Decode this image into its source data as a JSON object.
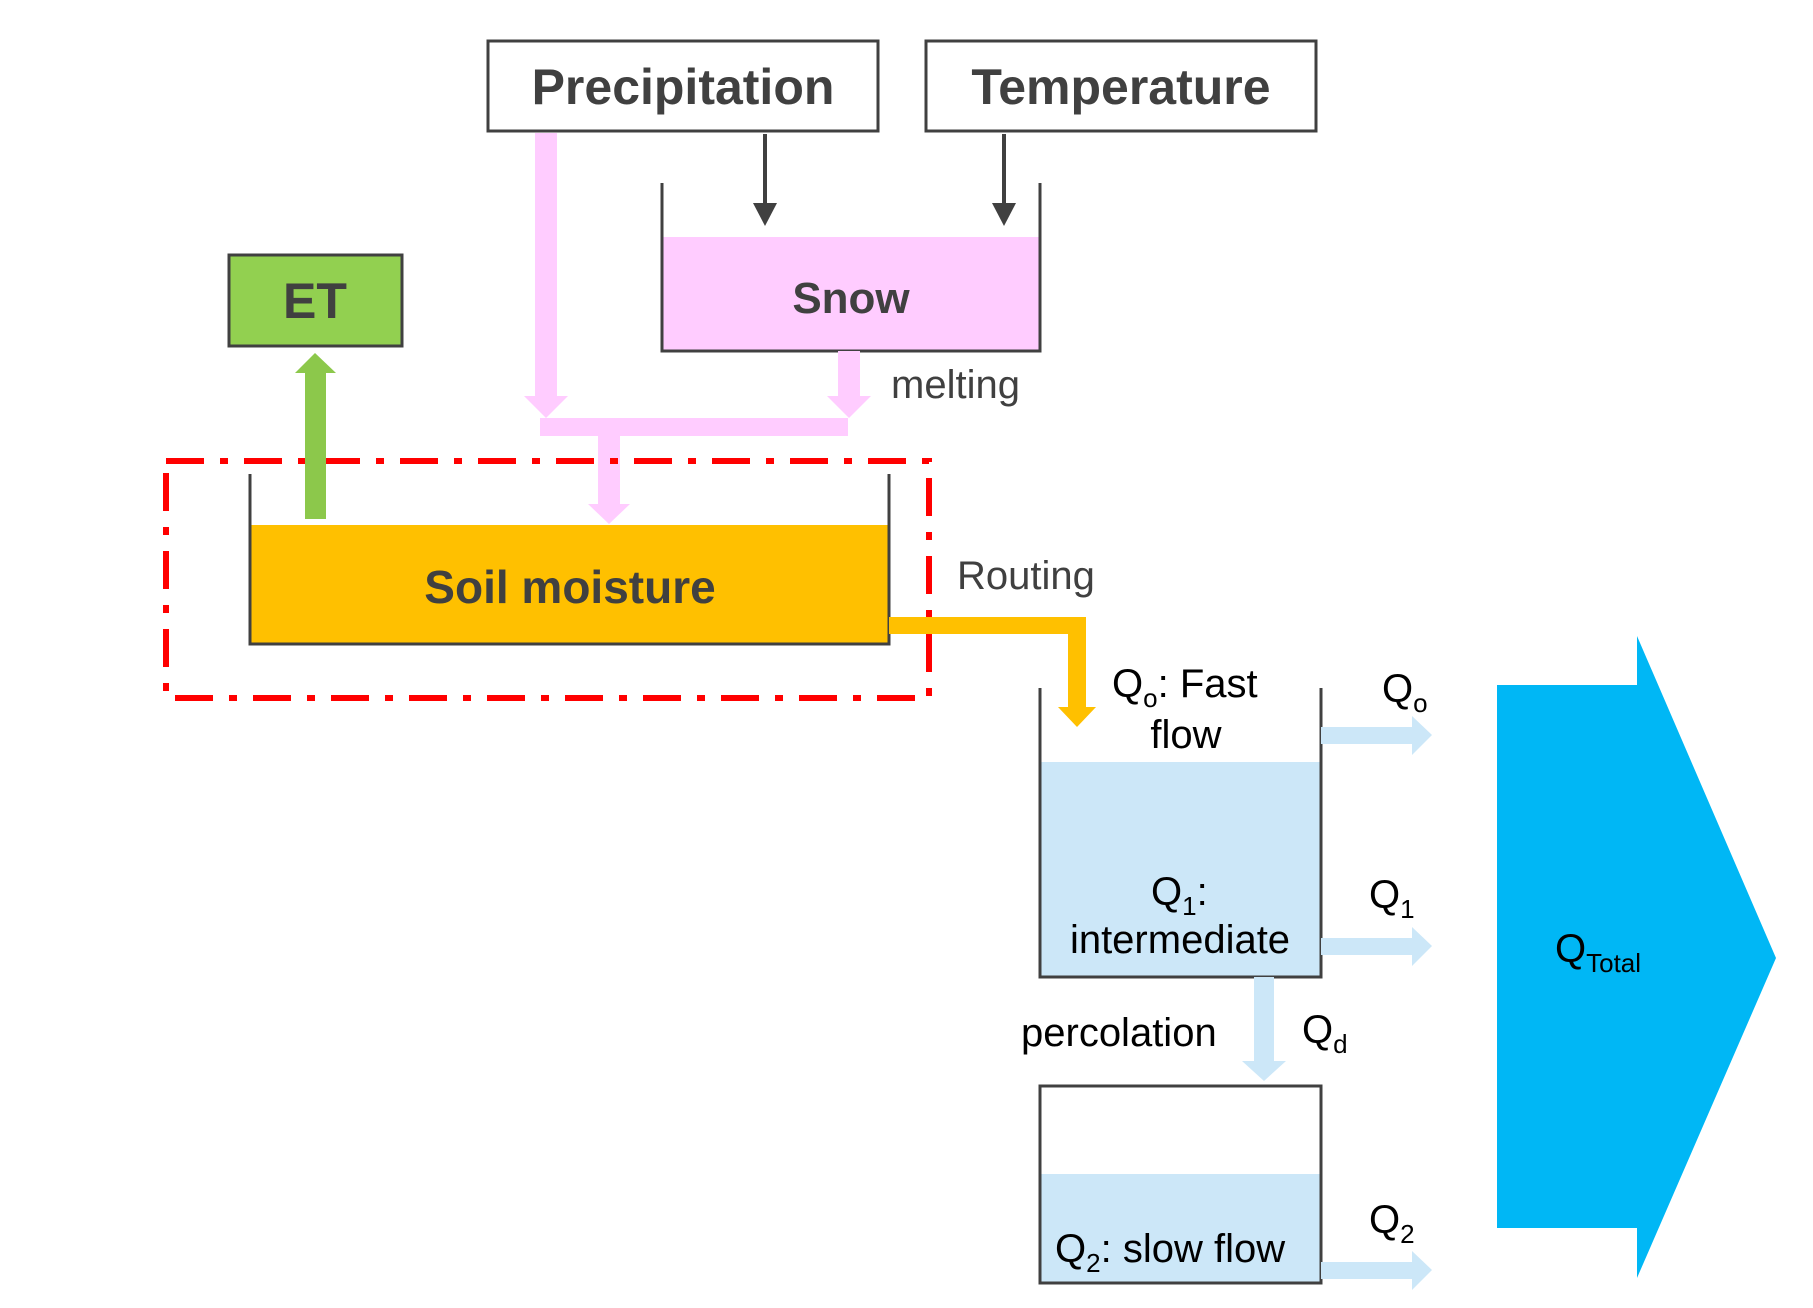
{
  "boxes": {
    "precipitation": "Precipitation",
    "temperature": "Temperature",
    "et": "ET",
    "snow": "Snow",
    "soil_moisture": "Soil moisture"
  },
  "labels": {
    "melting": "melting",
    "routing": "Routing",
    "percolation": "percolation",
    "q0_prefix": "Q",
    "q0_sub": "o",
    "q0_rest": ": Fast",
    "q0_line2": "flow",
    "q1_prefix": "Q",
    "q1_sub": "1",
    "q1_rest": ":",
    "q1_line2": "intermediate",
    "q2_prefix": "Q",
    "q2_sub": "2",
    "q2_rest": ": slow flow",
    "out_q0_base": "Q",
    "out_q0_sub": "o",
    "out_q1_base": "Q",
    "out_q1_sub": "1",
    "out_q2_base": "Q",
    "out_q2_sub": "2",
    "qd_base": "Q",
    "qd_sub": "d",
    "qtotal_base": "Q",
    "qtotal_sub": "Total"
  },
  "colors": {
    "box_border": "#404040",
    "text_dark": "#404040",
    "text_black": "#000000",
    "et_fill": "#92D050",
    "snow_fill": "#FFCCFF",
    "snow_arrow": "#FFCCFF",
    "soil_fill": "#FFC000",
    "water_fill": "#CCE7F8",
    "flow_arrow": "#CCE7F8",
    "total_arrow": "#00B7F5",
    "dashed_red": "#FF0000",
    "et_arrow": "#8CC84B"
  },
  "icons": {
    "arrow_down": "arrow-down-icon",
    "arrow_up": "arrow-up-icon",
    "arrow_right": "arrow-right-icon"
  }
}
